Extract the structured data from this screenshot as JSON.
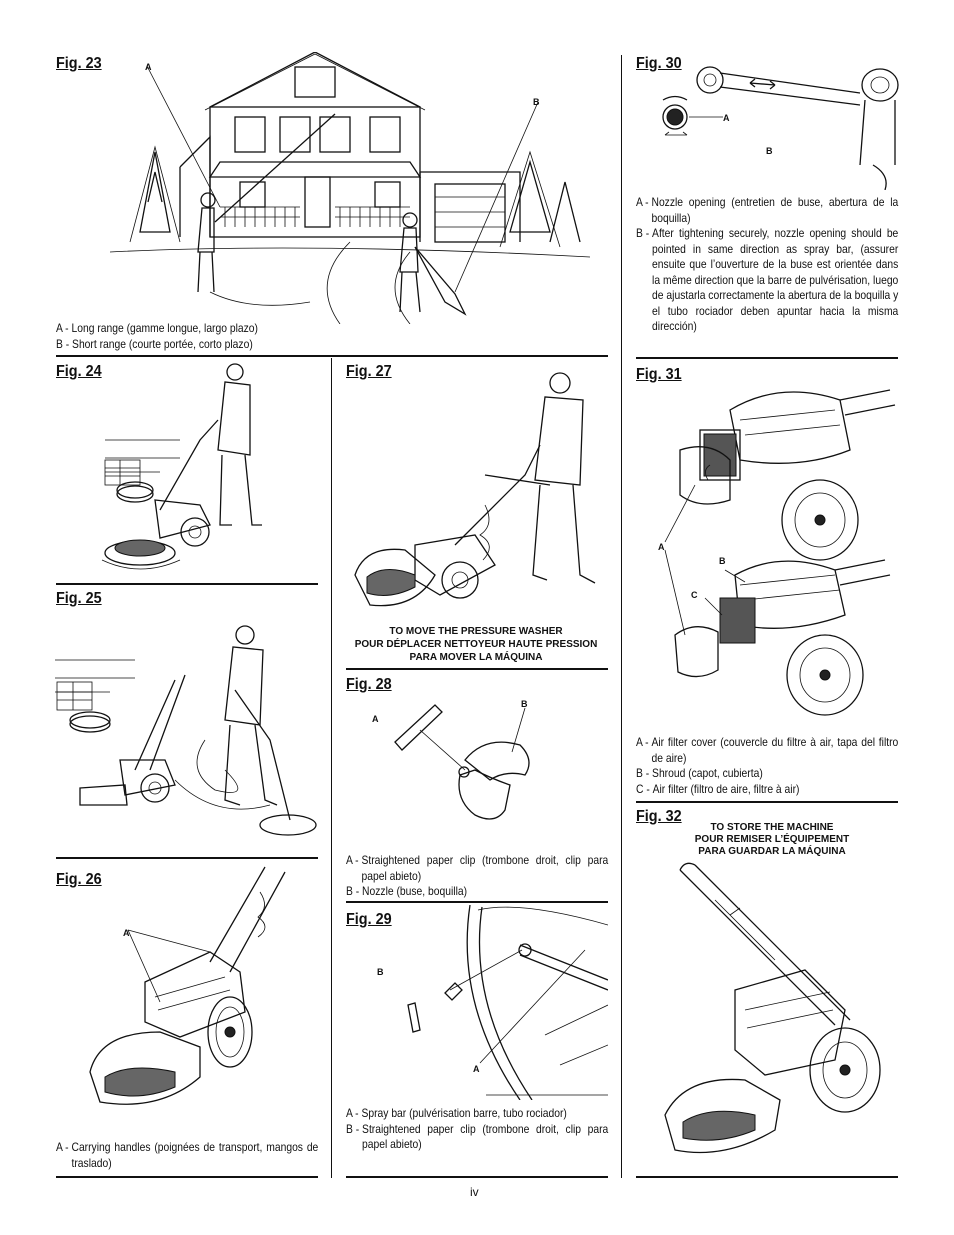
{
  "figures": {
    "fig23": {
      "title": "Fig. 23",
      "callouts": {
        "a": "A",
        "b": "B"
      },
      "captions": [
        {
          "letter": "A - ",
          "text": "Long range (gamme longue, largo plazo)"
        },
        {
          "letter": "B - ",
          "text": "Short range (courte portée, corto plazo)"
        }
      ]
    },
    "fig24": {
      "title": "Fig. 24"
    },
    "fig25": {
      "title": "Fig. 25"
    },
    "fig26": {
      "title": "Fig. 26",
      "callouts": {
        "a": "A"
      },
      "captions": [
        {
          "letter": "A - ",
          "text": "Carrying handles (poignées de transport, mangos de traslado)"
        }
      ]
    },
    "fig27": {
      "title": "Fig. 27",
      "caption_lines": [
        "TO MOVE THE PRESSURE WASHER",
        "POUR DÉPLACER NETTOYEUR HAUTE PRESSION",
        "PARA MOVER LA MÁQUINA"
      ]
    },
    "fig28": {
      "title": "Fig. 28",
      "callouts": {
        "a": "A",
        "b": "B"
      },
      "captions": [
        {
          "letter": "A - ",
          "text": "Straightened paper clip (trombone droit, clip para papel abieto)"
        },
        {
          "letter": "B - ",
          "text": "Nozzle (buse, boquilla)"
        }
      ]
    },
    "fig29": {
      "title": "Fig. 29",
      "callouts": {
        "a": "A",
        "b": "B"
      },
      "captions": [
        {
          "letter": "A - ",
          "text": "Spray bar (pulvérisation barre, tubo rociador)"
        },
        {
          "letter": "B - ",
          "text": "Straightened paper clip (trombone droit, clip para papel abieto)"
        }
      ]
    },
    "fig30": {
      "title": "Fig. 30",
      "callouts": {
        "a": "A",
        "b": "B"
      },
      "captions": [
        {
          "letter": "A - ",
          "text": "Nozzle opening (entretien de buse, abertura de la boquilla)"
        },
        {
          "letter": "B - ",
          "text": "After tightening securely, nozzle opening should be pointed in same direction as spray bar, (assurer ensuite que l’ouverture de la buse est orientée dans la même direction que la barre de pulvérisation, luego de ajustarla correctamente la abertura de la boquilla y el tubo rociador deben apuntar hacia la misma dirección)"
        }
      ]
    },
    "fig31": {
      "title": "Fig. 31",
      "callouts": {
        "a": "A",
        "b": "B",
        "c": "C"
      },
      "captions": [
        {
          "letter": "A - ",
          "text": "Air filter cover (couvercle du filtre à air, tapa del filtro de aire)"
        },
        {
          "letter": "B - ",
          "text": "Shroud (capot, cubierta)"
        },
        {
          "letter": "C - ",
          "text": "Air filter (filtro de aire, filtre à air)"
        }
      ]
    },
    "fig32": {
      "title": "Fig. 32",
      "caption_lines": [
        "TO STORE THE MACHINE",
        "POUR REMISER L’ÉQUIPEMENT",
        "PARA GUARDAR LA MÁQUINA"
      ]
    }
  },
  "page_number": "iv"
}
